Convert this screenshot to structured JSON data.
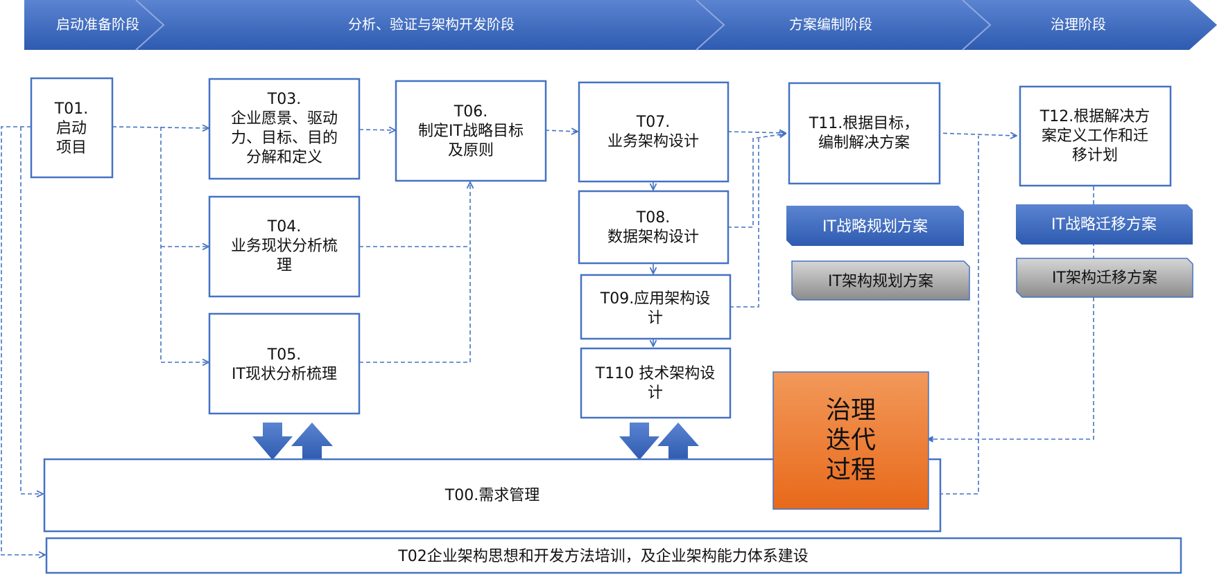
{
  "phases": [
    {
      "label": "启动准备阶段"
    },
    {
      "label": "分析、验证与架构开发阶段"
    },
    {
      "label": "方案编制阶段"
    },
    {
      "label": "治理阶段"
    }
  ],
  "tasks": {
    "t01": [
      "T01.",
      "启动",
      "项目"
    ],
    "t03": [
      "T03.",
      "企业愿景、驱动",
      "力、目标、目的",
      "分解和定义"
    ],
    "t04": [
      "T04.",
      "业务现状分析梳",
      "理"
    ],
    "t05": [
      "T05.",
      "IT现状分析梳理"
    ],
    "t06": [
      "T06.",
      "制定IT战略目标",
      "及原则"
    ],
    "t07": [
      "T07.",
      "业务架构设计"
    ],
    "t08": [
      "T08.",
      "数据架构设计"
    ],
    "t09": [
      "T09.应用架构设",
      "计"
    ],
    "t110": [
      "T110 技术架构设",
      "计"
    ],
    "t11": [
      "T11.根据目标，",
      "编制解决方案"
    ],
    "t12": [
      "T12.根据解决方",
      "案定义工作和迁",
      "移计划"
    ],
    "t00": "T00.需求管理",
    "t02": "T02企业架构思想和开发方法培训，及企业架构能力体系建设"
  },
  "deliverables": {
    "it_strategy_plan": "IT战略规划方案",
    "it_arch_plan": "IT架构规划方案",
    "it_strategy_migration": "IT战略迁移方案",
    "it_arch_migration": "IT架构迁移方案"
  },
  "governance": [
    "治理",
    "迭代",
    "过程"
  ],
  "colors": {
    "blue": "#4472C4",
    "blue_dark": "#2F5597",
    "gray": "#A6A6A6",
    "orange": "#ED7D31"
  }
}
